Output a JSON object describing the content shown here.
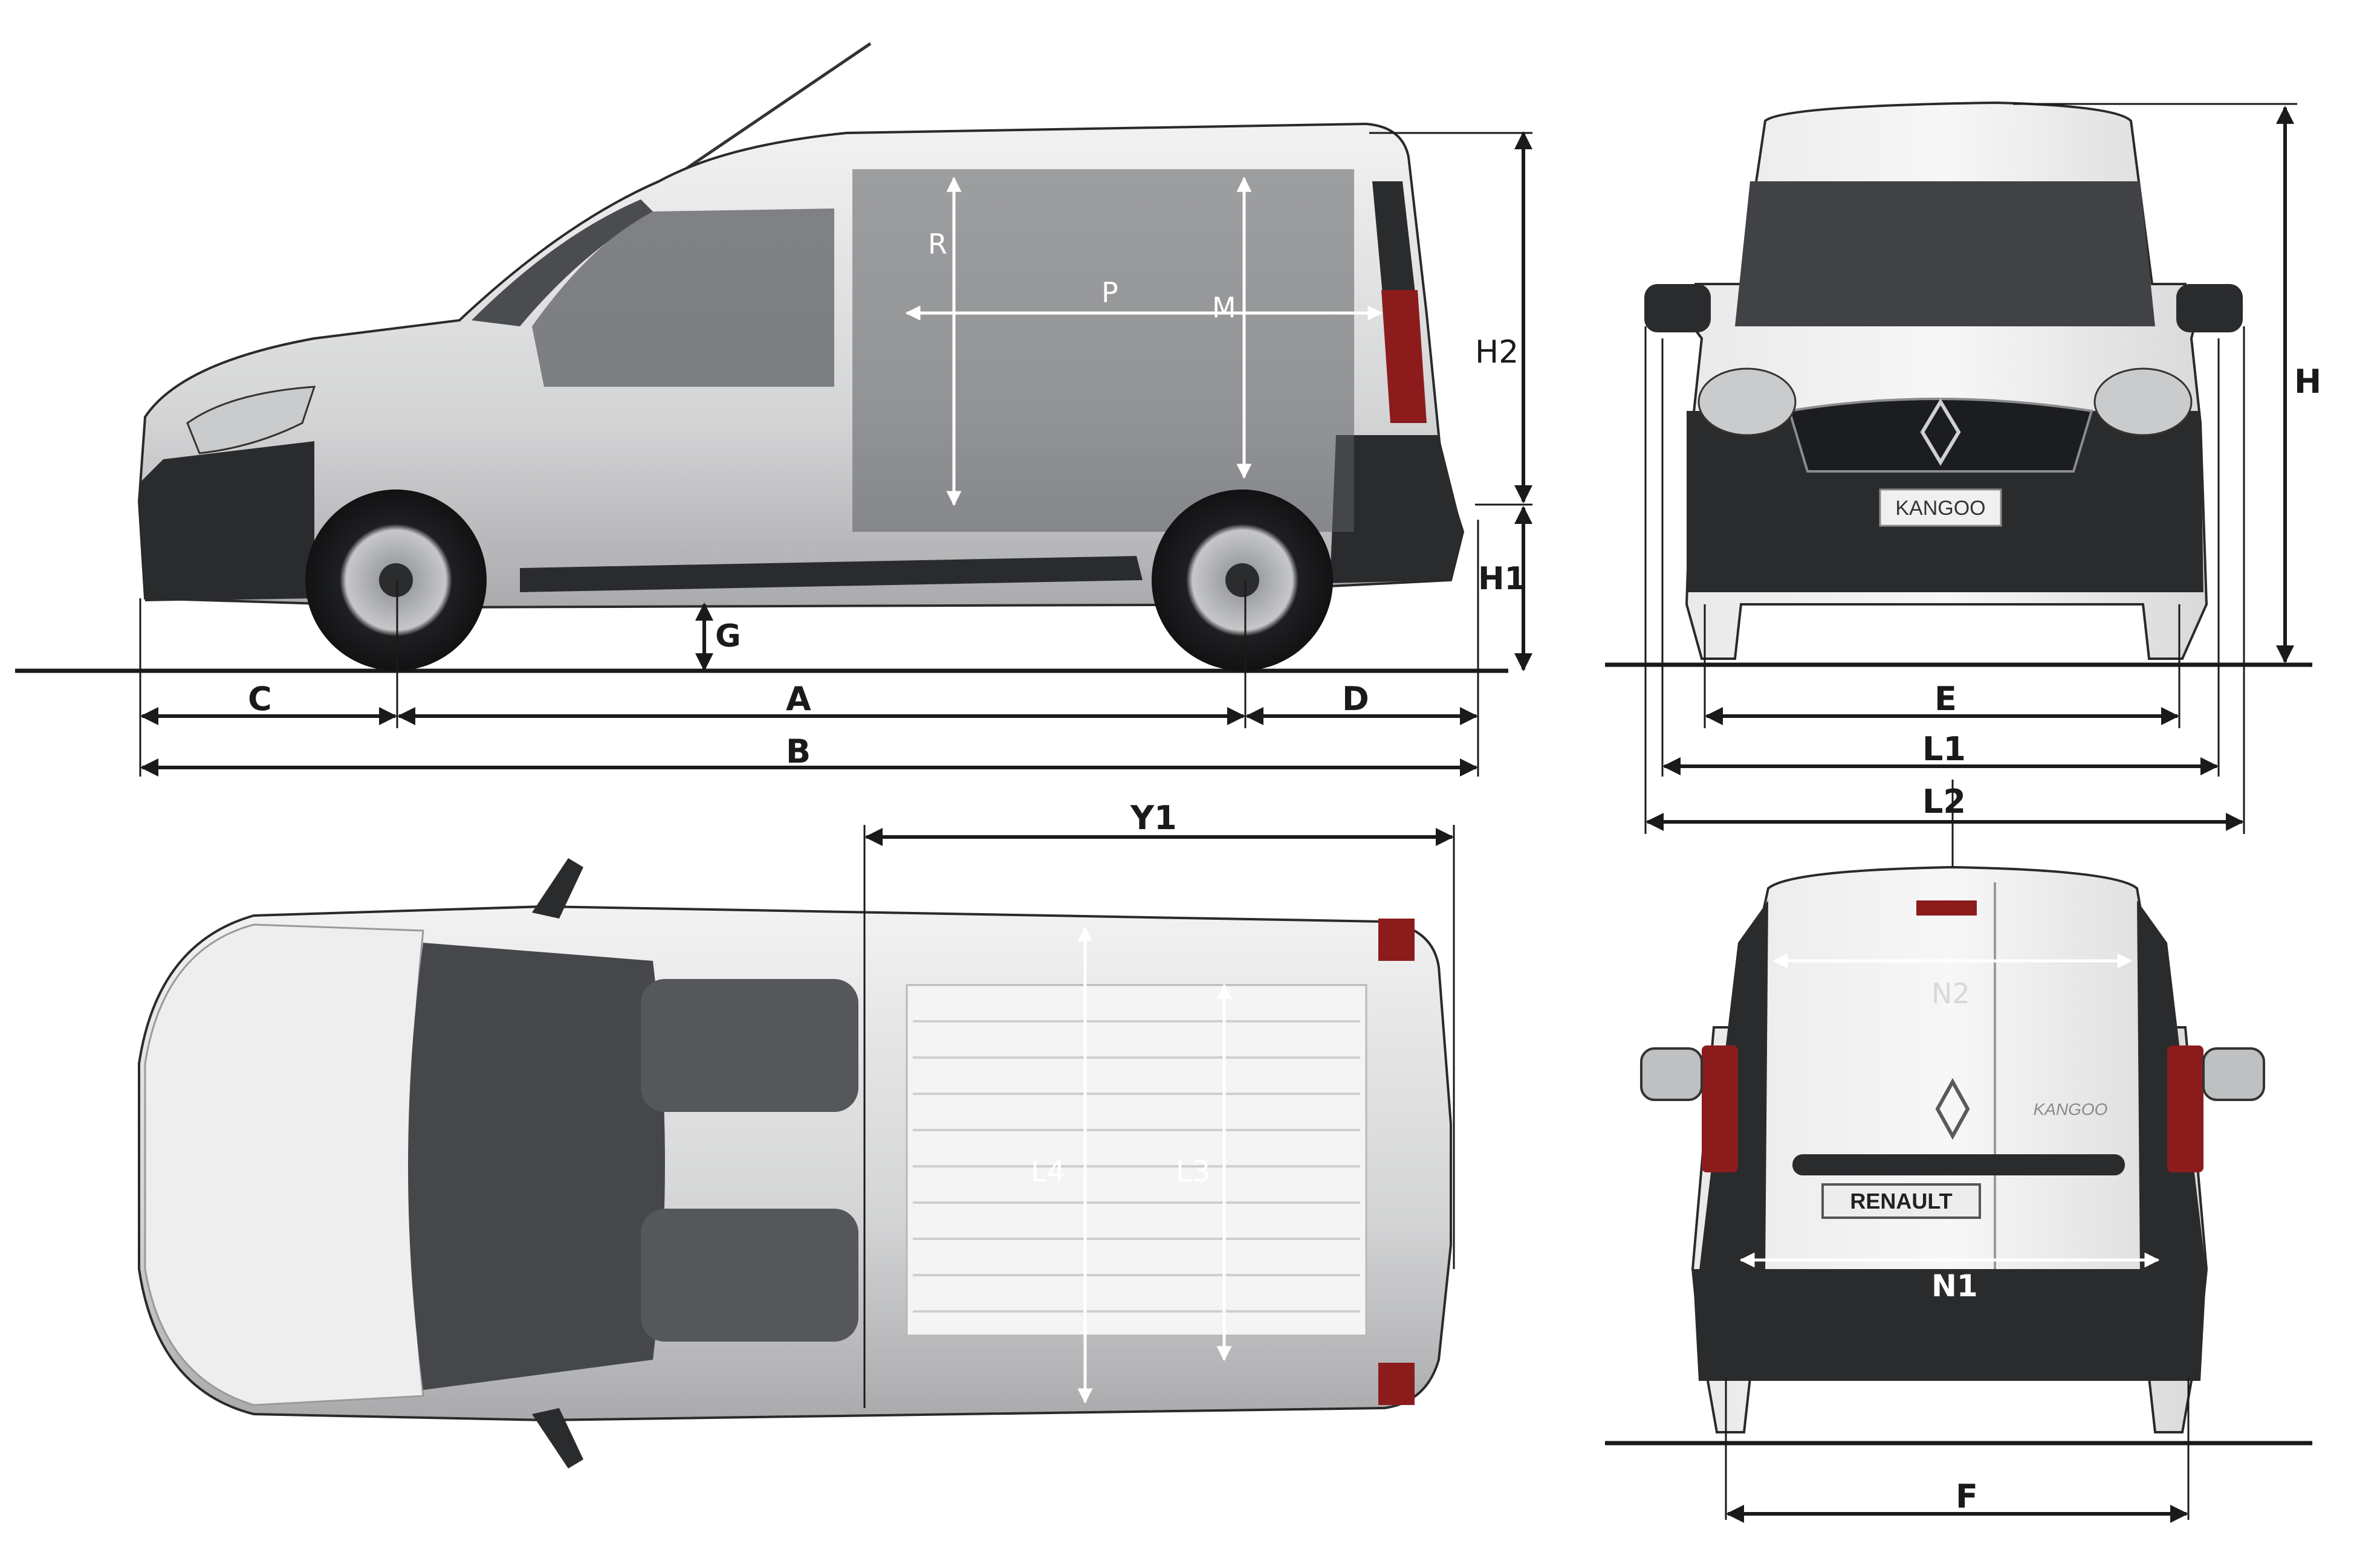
{
  "dimension_labels": {
    "A": "A",
    "B": "B",
    "C": "C",
    "D": "D",
    "E": "E",
    "F": "F",
    "G": "G",
    "H": "H",
    "H1": "H1",
    "H2": "H2",
    "L1": "L1",
    "L2": "L2",
    "L3": "L3",
    "L4": "L4",
    "M": "M",
    "N1": "N1",
    "N2": "N2",
    "P": "P",
    "R": "R",
    "Y1": "Y1"
  },
  "vehicle_text": {
    "front_badge": "KANGOO",
    "rear_plate": "RENAULT",
    "rear_script": "KANGOO"
  },
  "colors": {
    "ink": "#1a1a1a",
    "body": "#d9dadb",
    "body_dark": "#2a2b2d",
    "glass": "#3a3c40",
    "tail_light": "#8c1c1c"
  }
}
